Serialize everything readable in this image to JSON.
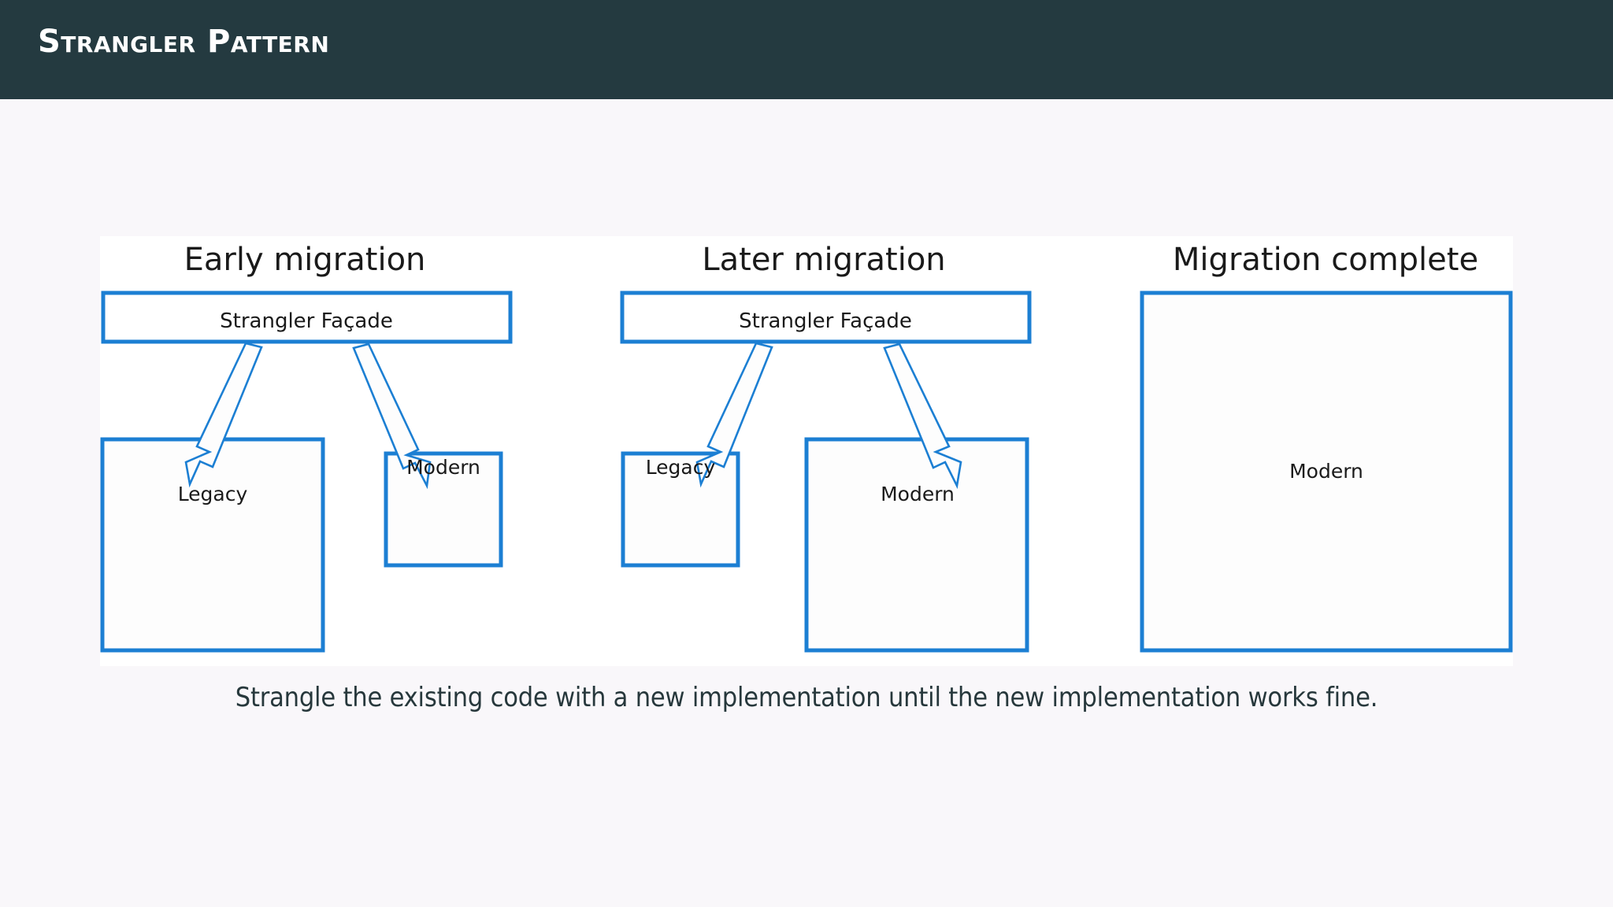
{
  "header": {
    "title": "Strangler Pattern",
    "background_color": "#243a40",
    "text_color": "#ffffff"
  },
  "page": {
    "background_color": "#f9f7fa",
    "sheet_color": "#ffffff",
    "accent_color": "#1c7fd3"
  },
  "diagram": {
    "panels": [
      {
        "id": "early-migration",
        "title": "Early migration",
        "facade_label": "Strangler Façade",
        "boxes": [
          {
            "label": "Legacy",
            "size": "large"
          },
          {
            "label": "Modern",
            "size": "small"
          }
        ],
        "arrows": 2
      },
      {
        "id": "later-migration",
        "title": "Later migration",
        "facade_label": "Strangler Façade",
        "boxes": [
          {
            "label": "Legacy",
            "size": "small"
          },
          {
            "label": "Modern",
            "size": "large"
          }
        ],
        "arrows": 2
      },
      {
        "id": "migration-complete",
        "title": "Migration complete",
        "facade_label": "",
        "boxes": [
          {
            "label": "Modern",
            "size": "full"
          }
        ],
        "arrows": 0
      }
    ]
  },
  "caption": {
    "text": "Strangle the existing code with a new implementation until the new implementation works fine."
  }
}
